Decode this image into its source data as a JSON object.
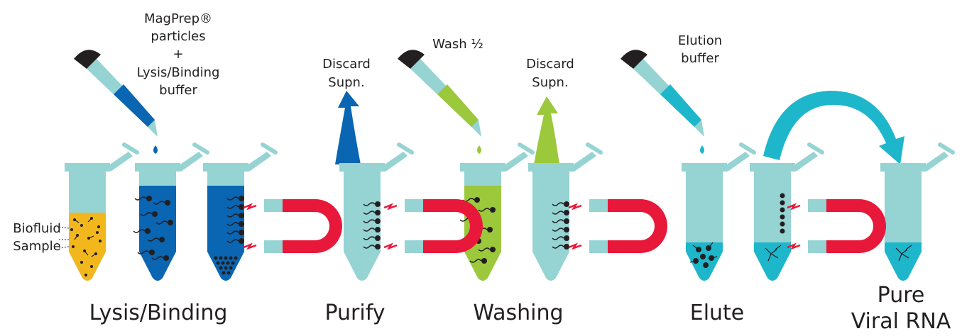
{
  "colors": {
    "tube": "#96d3d3",
    "sample": "#f2b71d",
    "lysis": "#0a65b2",
    "wash": "#9cc83c",
    "elution": "#1eb6cb",
    "magnet": "#e8183a",
    "dark": "#231f20"
  },
  "labels": {
    "magprep_line1": "MagPrep®",
    "magprep_line2": "particles",
    "magprep_line3": "+",
    "magprep_line4": "Lysis/Binding",
    "magprep_line5": "buffer",
    "discard1_line1": "Discard",
    "discard1_line2": "Supn.",
    "wash": "Wash ½",
    "discard2_line1": "Discard",
    "discard2_line2": "Supn.",
    "elution_line1": "Elution",
    "elution_line2": "buffer",
    "biofluid_line1": "Biofluid",
    "biofluid_line2": "Sample"
  },
  "stages": {
    "lysis": "Lysis/Binding",
    "purify": "Purify",
    "washing": "Washing",
    "elute": "Elute",
    "pure_line1": "Pure",
    "pure_line2": "Viral RNA"
  }
}
